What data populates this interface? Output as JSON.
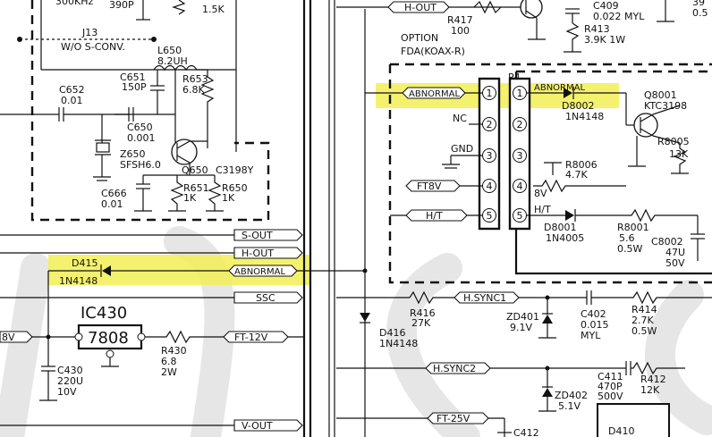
{
  "colors": {
    "highlight": "#f2ee55",
    "ink": "#111111",
    "paper": "#ffffff"
  },
  "labels": {
    "k300khz": "300KHz",
    "c390p": "390P",
    "r_top_1k5": "1.5K",
    "j13": "J13",
    "wo_sconv": "W/O S-CONV.",
    "l650": "L650",
    "l650_val": "8.2UH",
    "c651": "C651",
    "c651_val": "150P",
    "r653": "R653",
    "r653_val": "6.8K",
    "c652": "C652",
    "c652_val": "0.01",
    "c650": "C650",
    "c650_val": "0.001",
    "z650": "Z650",
    "z650_val": "SFSH6.0",
    "q650": "Q650",
    "q650_val": "C3198Y",
    "c666": "C666",
    "c666_val": "0.01",
    "r651": "R651",
    "r651_val": "1K",
    "r650": "R650",
    "r650_val": "1K",
    "h_out_top": "H-OUT",
    "r417": "R417",
    "r417_val": "100",
    "c409": "C409",
    "c409_val": "0.022 MYL",
    "r413": "R413",
    "r413_val": "3.9K 1W",
    "top_right_39": "39",
    "top_right_05": "0.5",
    "option": "OPTION",
    "fda": "FDA(KOAX-R)",
    "p4": "P4",
    "abnormal_left": "ABNORMAL",
    "abnormal_right": "ABNORMAL",
    "nc": "NC",
    "gnd": "GND",
    "ft8v": "FT8V",
    "ht_left": "H/T",
    "ht_right": "H/T",
    "v8": "8V",
    "pin1": "1",
    "pin2": "2",
    "pin3": "3",
    "pin4": "4",
    "pin5": "5",
    "d8002": "D8002",
    "d8002_val": "1N4148",
    "q8001": "Q8001",
    "q8001_val": "KTC3198",
    "r8005": "R8005",
    "r8005_val": "13K",
    "r8006": "R8006",
    "r8006_val": "4.7K",
    "d8001": "D8001",
    "d8001_val": "1N4005",
    "r8001": "R8001",
    "r8001_val": "5.6",
    "r8001_w": "0.5W",
    "c8002": "C8002",
    "c8002_val": "47U",
    "c8002_v": "50V",
    "s_out": "S-OUT",
    "h_out_mid": "H-OUT",
    "d415": "D415",
    "d415_val": "1N4148",
    "abnormal_mid": "ABNORMAL",
    "ssc": "SSC",
    "r416": "R416",
    "r416_val": "27K",
    "h_sync1": "H.SYNC1",
    "zd401": "ZD401",
    "zd401_val": "9.1V",
    "c402": "C402",
    "c402_val": "0.015",
    "c402_t": "MYL",
    "r414": "R414",
    "r414_val": "2.7K",
    "r414_w": "0.5W",
    "ic430": "IC430",
    "ic430_val": "7808",
    "v8_left": "8V",
    "r430": "R430",
    "r430_val": "6.8",
    "r430_w": "2W",
    "ft12v": "FT-12V",
    "d416": "D416",
    "d416_val": "1N4148",
    "h_sync2": "H.SYNC2",
    "c430": "C430",
    "c430_val": "220U",
    "c430_v": "10V",
    "c411": "C411",
    "c411_val": "470P",
    "c411_v": "500V",
    "r412": "R412",
    "r412_val": "12K",
    "zd402": "ZD402",
    "zd402_val": "5.1V",
    "v_out": "V-OUT",
    "ft25v": "FT-25V",
    "c412": "C412",
    "d410": "D410"
  }
}
